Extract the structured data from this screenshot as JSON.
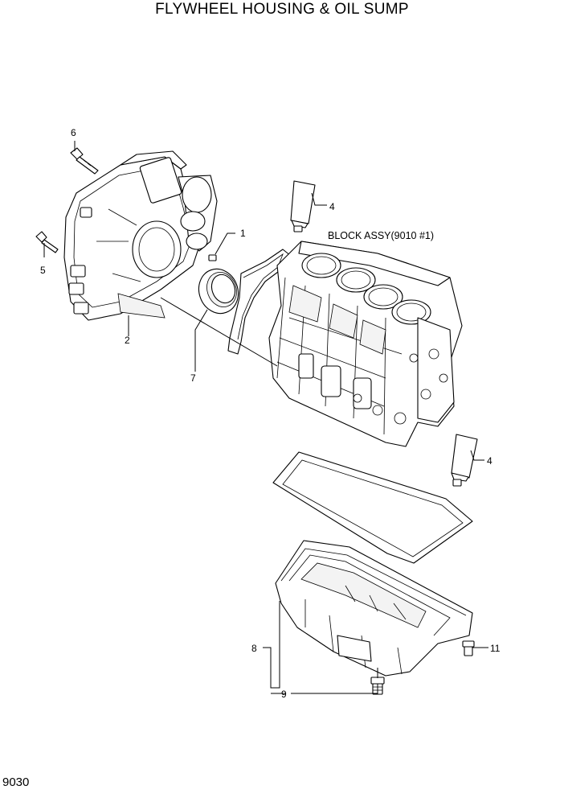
{
  "title": "FLYWHEEL HOUSING & OIL SUMP",
  "page_number": "9030",
  "block_label": "BLOCK ASSY(9010 #1)",
  "callouts": {
    "c1": "1",
    "c2": "2",
    "c4a": "4",
    "c4b": "4",
    "c5": "5",
    "c6": "6",
    "c7": "7",
    "c8": "8",
    "c9": "9",
    "c11": "11"
  }
}
